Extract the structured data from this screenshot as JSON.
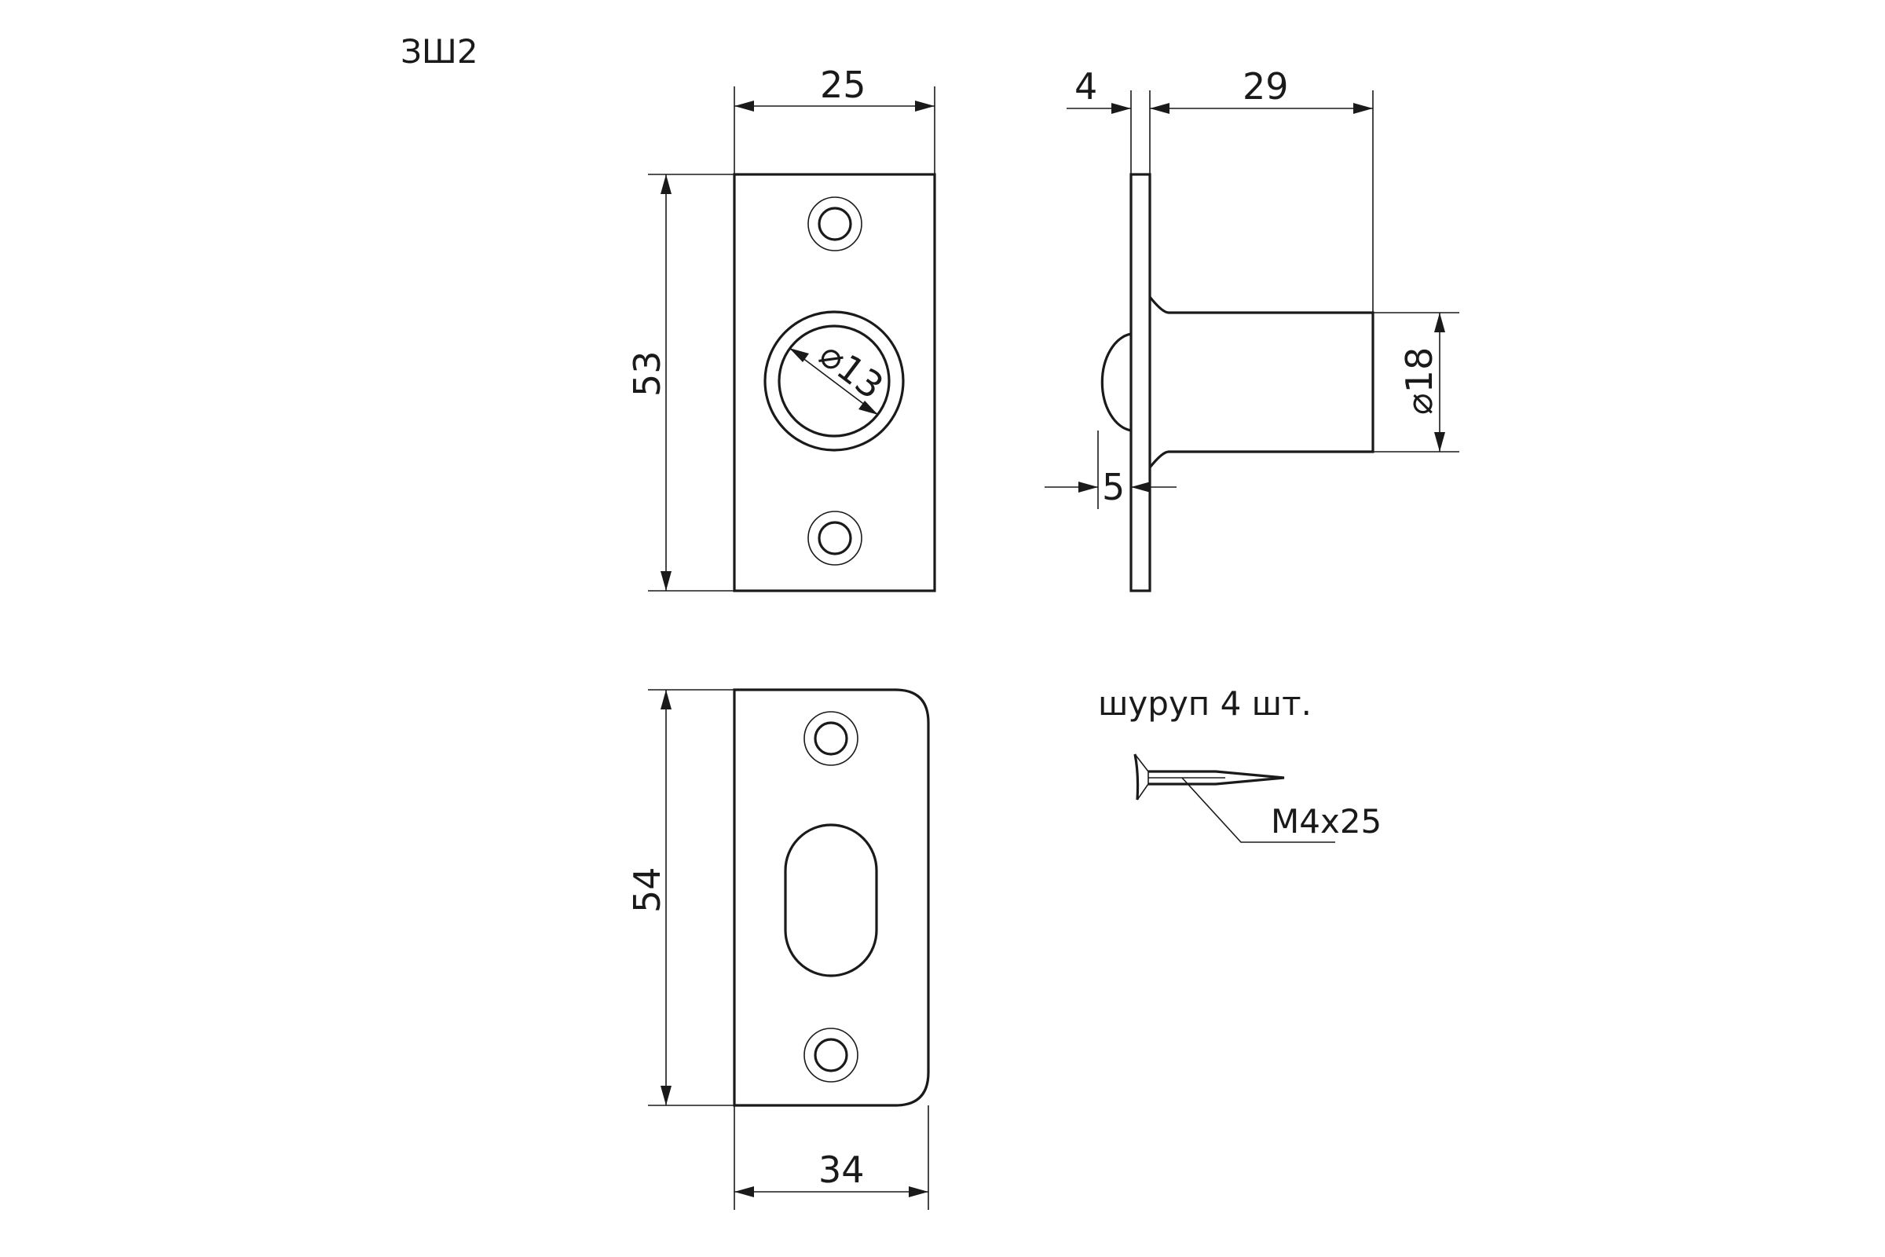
{
  "title": "ЗШ2",
  "front_view": {
    "width_dim": "25",
    "height_dim": "53",
    "hole_dim": "⌀13"
  },
  "side_view": {
    "plate_thickness_dim": "4",
    "length_dim": "29",
    "diameter_dim": "⌀18",
    "ball_protrusion_dim": "5"
  },
  "strike_plate": {
    "height_dim": "54",
    "width_dim": "34"
  },
  "screws": {
    "caption": "шуруп 4 шт.",
    "size_label": "М4х25"
  }
}
